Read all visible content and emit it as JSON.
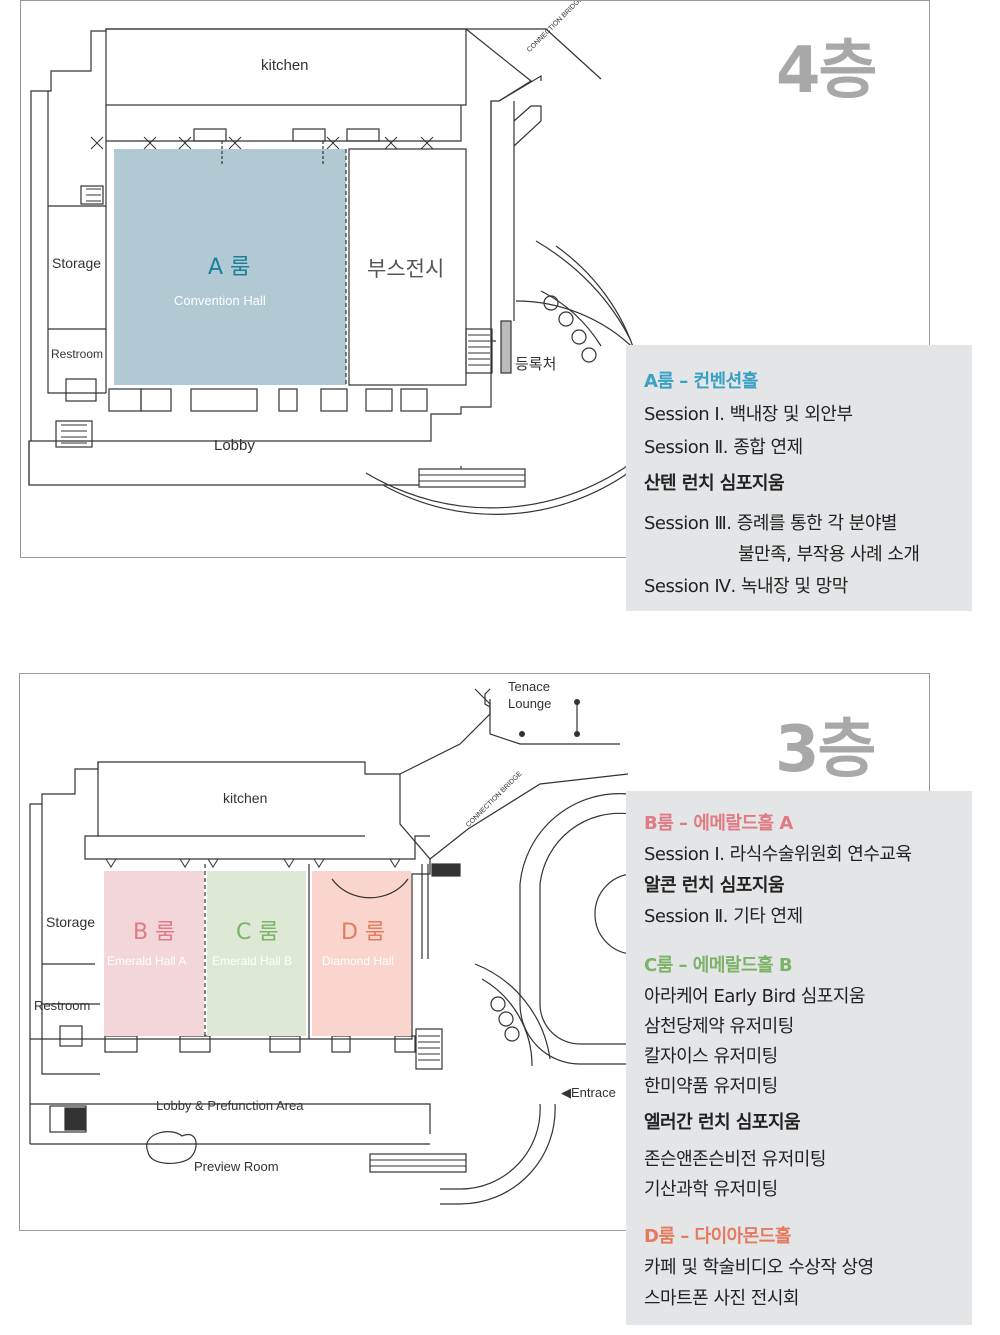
{
  "floor4": {
    "floor_label": "4층",
    "labels": {
      "kitchen": "kitchen",
      "storage": "Storage",
      "restroom": "Restroom",
      "lobby": "Lobby",
      "booth": "부스전시",
      "registration": "등록처",
      "bridge": "CONNECTION BRIDGE"
    },
    "room_a": {
      "title": "A 룸",
      "subtitle": "Convention Hall"
    },
    "info": [
      {
        "text": "A룸 – 컨벤션홀",
        "style": "head",
        "color": "#3aa0c4"
      },
      {
        "text": "Session Ⅰ. 백내장 및 외안부",
        "style": "normal"
      },
      {
        "text": "Session Ⅱ. 종합 연제",
        "style": "normal"
      },
      {
        "text": "산텐 런치 심포지움",
        "style": "bold"
      },
      {
        "text": "Session Ⅲ. 증례를 통한 각 분야별",
        "style": "normal"
      },
      {
        "text": "불만족, 부작용 사례 소개",
        "style": "normal"
      },
      {
        "text": "Session Ⅳ. 녹내장 및 망막",
        "style": "normal"
      }
    ]
  },
  "floor3": {
    "floor_label": "3층",
    "labels": {
      "kitchen": "kitchen",
      "storage": "Storage",
      "restroom": "Restroom",
      "lobby": "Lobby & Prefunction Area",
      "preview": "Preview Room",
      "terrace": "Tenace",
      "lounge": "Lounge",
      "entrace": "◀Entrace",
      "bridge": "CONNECTION BRIDGE"
    },
    "rooms": [
      {
        "title": "B 룸",
        "subtitle": "Emerald Hall A",
        "fill": "#f3d6da",
        "color": "#e07b84"
      },
      {
        "title": "C 룸",
        "subtitle": "Emerald Hall B",
        "fill": "#dde9d4",
        "color": "#7cb368"
      },
      {
        "title": "D 룸",
        "subtitle": "Diamond Hall",
        "fill": "#f9d5cd",
        "color": "#e57a5f"
      }
    ],
    "info": [
      {
        "text": "B룸 – 에메랄드홀 A",
        "style": "head",
        "color": "#e07b84"
      },
      {
        "text": "Session Ⅰ. 라식수술위원회 연수교육",
        "style": "normal"
      },
      {
        "text": "알콘 런치 심포지움",
        "style": "bold"
      },
      {
        "text": "Session Ⅱ. 기타 연제",
        "style": "normal"
      },
      {
        "text": "C룸 – 에메랄드홀 B",
        "style": "head",
        "color": "#7cb368"
      },
      {
        "text": "아라케어 Early Bird 심포지움",
        "style": "normal"
      },
      {
        "text": "삼천당제약 유저미팅",
        "style": "normal"
      },
      {
        "text": "칼자이스 유저미팅",
        "style": "normal"
      },
      {
        "text": "한미약품 유저미팅",
        "style": "normal"
      },
      {
        "text": "엘러간 런치 심포지움",
        "style": "bold"
      },
      {
        "text": "존슨앤존슨비전 유저미팅",
        "style": "normal"
      },
      {
        "text": "기산과학 유저미팅",
        "style": "normal"
      },
      {
        "text": "D룸 – 다이아몬드홀",
        "style": "head",
        "color": "#e57a5f"
      },
      {
        "text": "카페 및 학술비디오 수상작 상영",
        "style": "normal"
      },
      {
        "text": "스마트폰 사진 전시회",
        "style": "normal"
      }
    ]
  },
  "colors": {
    "room_a_fill": "#b0c9d2",
    "room_a_text": "#1c7f9a",
    "floor_number": "#a8a8a8",
    "info_bg": "#e4e5e7"
  }
}
